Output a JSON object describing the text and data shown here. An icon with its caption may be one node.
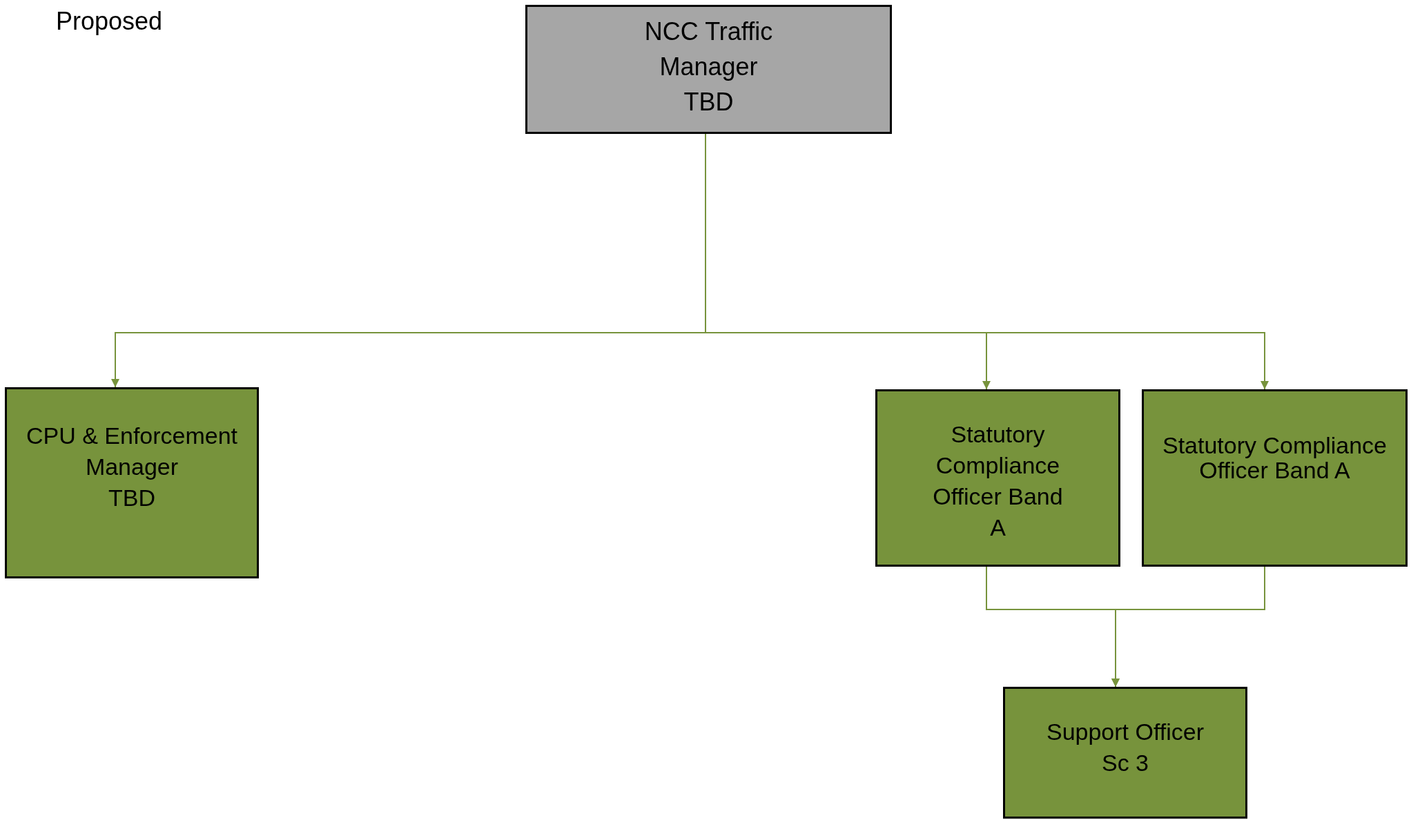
{
  "diagram": {
    "nodes": [
      {
        "text": [
          "NCC Traffic Manager",
          "TBD"
        ]
      },
      {
        "text": [
          "CPU & Enforcement Manager",
          "TBD"
        ]
      },
      {
        "text": [
          "Statutory Compliance Officer Band A"
        ]
      },
      {
        "text": [
          "Statutory Compliance Officer Band A"
        ]
      },
      {
        "text": [
          "Support Officer",
          "Sc 3"
        ]
      }
    ],
    "edges": [
      {
        "from": 0,
        "to": 1,
        "arrow": "to"
      },
      {
        "from": 0,
        "to": 2,
        "arrow": "to"
      },
      {
        "from": 0,
        "to": 3,
        "arrow": "to"
      },
      {
        "from": 2,
        "to": 4,
        "arrow": "to"
      },
      {
        "from": 3,
        "to": 4,
        "arrow": "to"
      }
    ],
    "labels": [
      "Proposed"
    ]
  }
}
